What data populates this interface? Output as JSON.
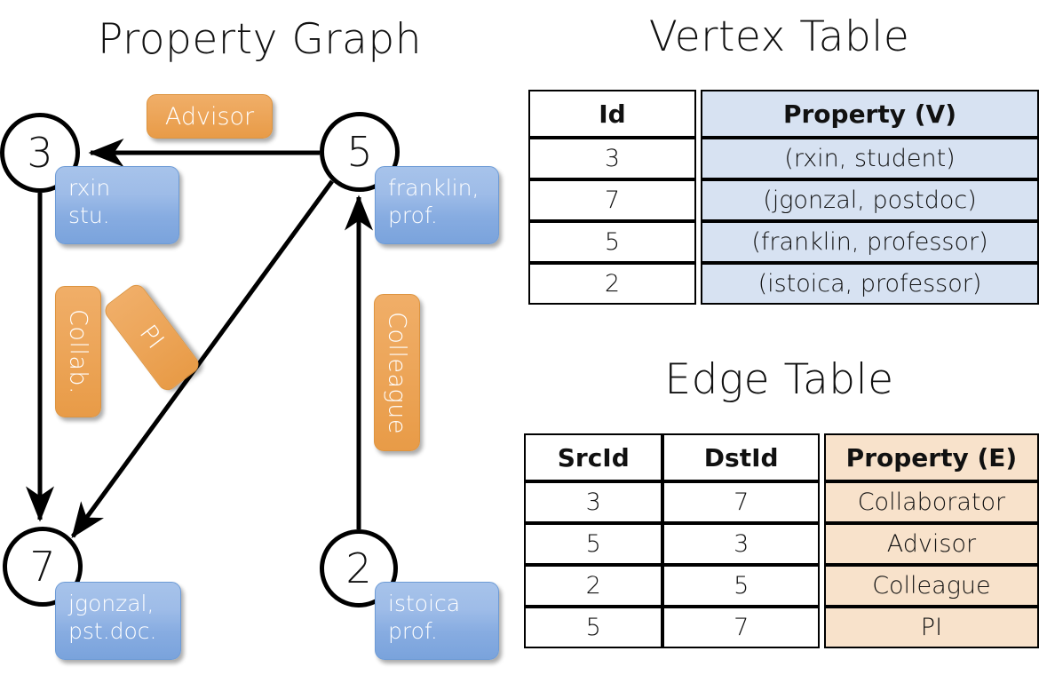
{
  "titles": {
    "graph": "Property Graph",
    "vertex_table": "Vertex Table",
    "edge_table": "Edge Table"
  },
  "graph": {
    "nodes": [
      {
        "id": "3",
        "property": "rxin\nstu."
      },
      {
        "id": "5",
        "property": "franklin,\nprof."
      },
      {
        "id": "7",
        "property": "jgonzal,\npst.doc."
      },
      {
        "id": "2",
        "property": "istoica\nprof."
      }
    ],
    "edge_labels": [
      {
        "name": "advisor",
        "text": "Advisor"
      },
      {
        "name": "collab",
        "text": "Collab."
      },
      {
        "name": "pi",
        "text": "PI"
      },
      {
        "name": "colleague",
        "text": "Colleague"
      }
    ]
  },
  "vertex_table": {
    "headers": [
      "Id",
      "Property (V)"
    ],
    "rows": [
      [
        "3",
        "(rxin, student)"
      ],
      [
        "7",
        "(jgonzal, postdoc)"
      ],
      [
        "5",
        "(franklin, professor)"
      ],
      [
        "2",
        "(istoica, professor)"
      ]
    ]
  },
  "edge_table": {
    "headers": [
      "SrcId",
      "DstId",
      "Property (E)"
    ],
    "rows": [
      [
        "3",
        "7",
        "Collaborator"
      ],
      [
        "5",
        "3",
        "Advisor"
      ],
      [
        "2",
        "5",
        "Colleague"
      ],
      [
        "5",
        "7",
        "PI"
      ]
    ]
  },
  "colors": {
    "vertex_property_cell": "#d7e2f2",
    "edge_property_cell": "#f8e2cb",
    "node_box_blue": "#9ebce8",
    "edge_label_orange": "#eda75c",
    "stroke": "#000000"
  }
}
